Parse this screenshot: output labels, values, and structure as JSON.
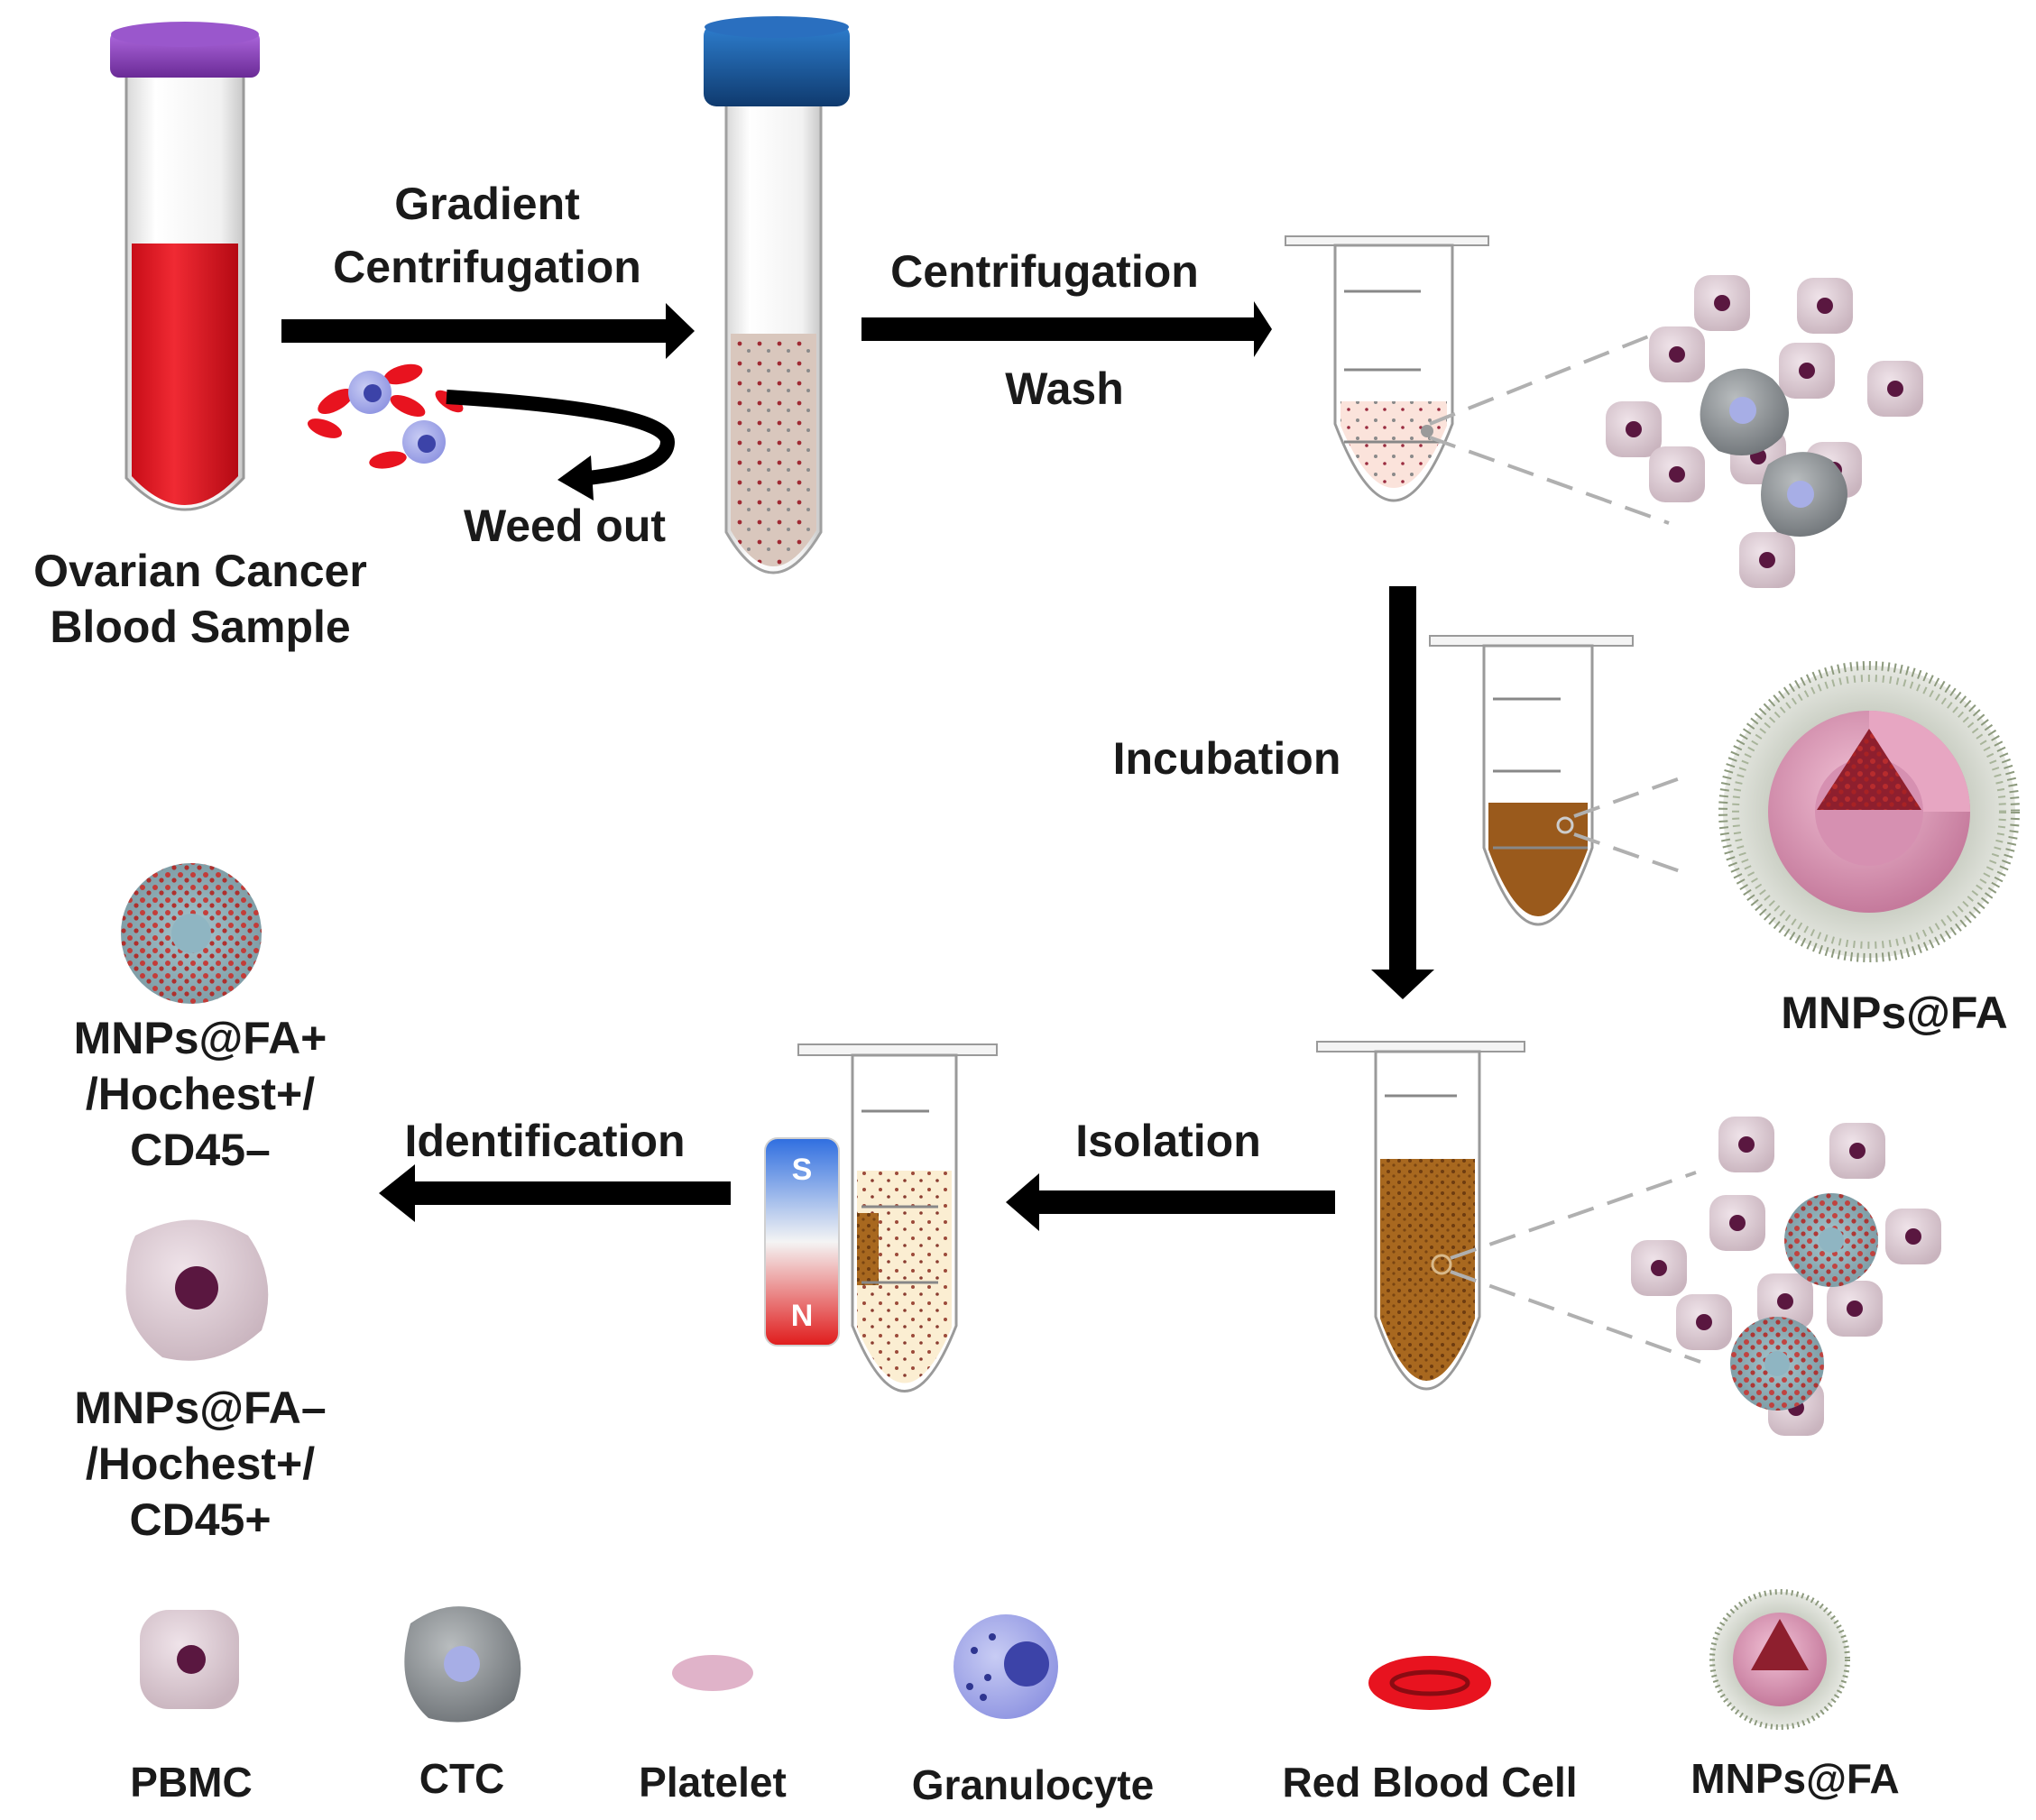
{
  "steps": {
    "gradient_line1": "Gradient",
    "gradient_line2": "Centrifugation",
    "weed_out": "Weed out",
    "centrifugation": "Centrifugation",
    "wash": "Wash",
    "incubation": "Incubation",
    "isolation": "Isolation",
    "identification": "Identification"
  },
  "sample": {
    "line1": "Ovarian Cancer",
    "line2": "Blood Sample"
  },
  "nanoparticle": {
    "label": "MNPs@FA"
  },
  "magnet": {
    "south": "S",
    "north": "N"
  },
  "results": {
    "positive": [
      "MNPs@FA+",
      "/Hochest+/",
      "CD45–"
    ],
    "negative": [
      "MNPs@FA–",
      "/Hochest+/",
      "CD45+"
    ]
  },
  "legend": [
    "PBMC",
    "CTC",
    "Platelet",
    "Granulocyte",
    "Red Blood Cell",
    "MNPs@FA"
  ],
  "colors": {
    "blood_red": "#e8131f",
    "cap_purple": "#8e3fbf",
    "cap_blue": "#1d5fa8",
    "pbmc": "#dccbd3",
    "nucleus": "#5a1740",
    "ctc": "#8f9497",
    "brown": "#9a5a1c",
    "magnet_s": "#2f6ee0",
    "magnet_n": "#e01b1b"
  }
}
